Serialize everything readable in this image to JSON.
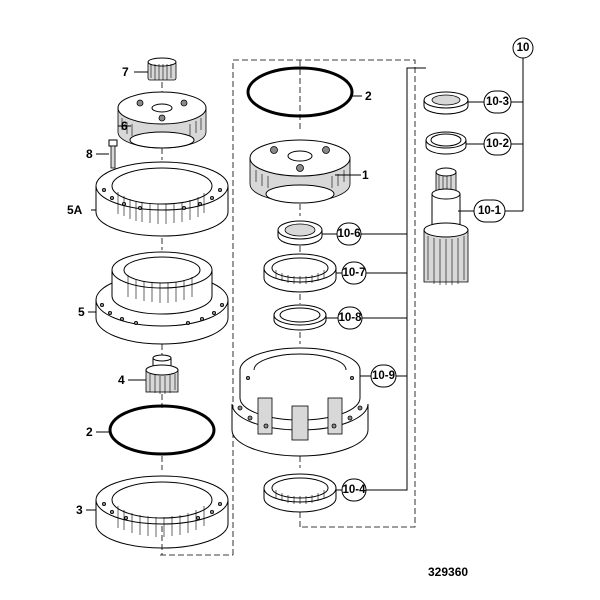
{
  "diagram": {
    "part_labels": {
      "p7": "7",
      "p6": "6",
      "p8": "8",
      "p5a": "5A",
      "p5": "5",
      "p4": "4",
      "p2_left": "2",
      "p3": "3",
      "p2_top": "2",
      "p1": "1"
    },
    "callouts": {
      "c10": "10",
      "c10_3": "10-3",
      "c10_2": "10-2",
      "c10_1": "10-1",
      "c10_6": "10-6",
      "c10_7": "10-7",
      "c10_8": "10-8",
      "c10_9": "10-9",
      "c10_4": "10-4"
    },
    "figure_number": "329360"
  }
}
